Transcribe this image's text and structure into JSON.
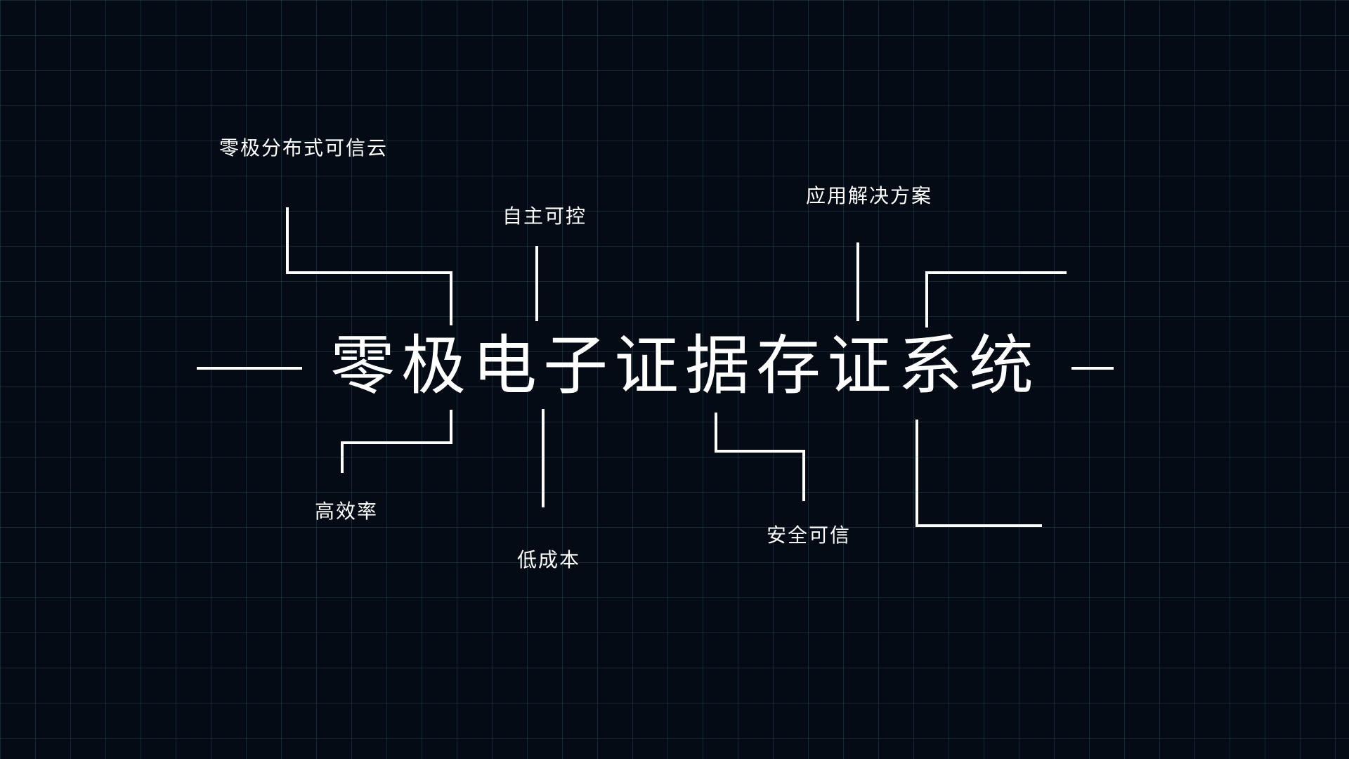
{
  "colors": {
    "background": "#050b14",
    "grid": "#284e56",
    "line": "#ffffff",
    "text": "#ffffff"
  },
  "title": "零极电子证据存证系统",
  "labels": {
    "cloud": "零极分布式可信云",
    "autonomous": "自主可控",
    "solutions": "应用解决方案",
    "efficiency": "高效率",
    "low_cost": "低成本",
    "secure": "安全可信"
  }
}
